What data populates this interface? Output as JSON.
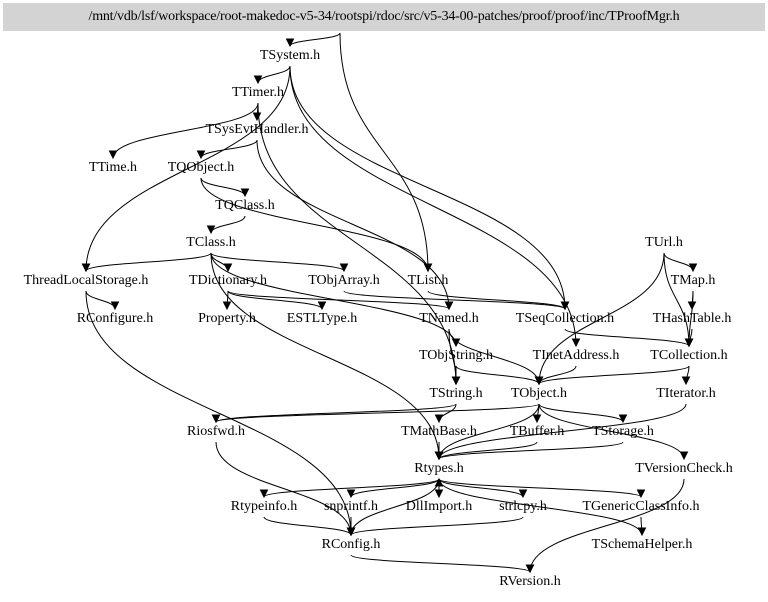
{
  "root": {
    "label": "/mnt/vdb/lsf/workspace/root-makedoc-v5-34/rootspi/rdoc/src/v5-34-00-patches/proof/proof/inc/TProofMgr.h"
  },
  "nodes": [
    {
      "id": "TSystem",
      "label": "TSystem.h"
    },
    {
      "id": "TTimer",
      "label": "TTimer.h"
    },
    {
      "id": "TSysEvtHandler",
      "label": "TSysEvtHandler.h"
    },
    {
      "id": "TTime",
      "label": "TTime.h"
    },
    {
      "id": "TQObject",
      "label": "TQObject.h"
    },
    {
      "id": "TQClass",
      "label": "TQClass.h"
    },
    {
      "id": "TClass",
      "label": "TClass.h"
    },
    {
      "id": "ThreadLocalStorage",
      "label": "ThreadLocalStorage.h"
    },
    {
      "id": "TDictionary",
      "label": "TDictionary.h"
    },
    {
      "id": "TObjArray",
      "label": "TObjArray.h"
    },
    {
      "id": "TList",
      "label": "TList.h"
    },
    {
      "id": "TUrl",
      "label": "TUrl.h"
    },
    {
      "id": "TMap",
      "label": "TMap.h"
    },
    {
      "id": "RConfigure",
      "label": "RConfigure.h"
    },
    {
      "id": "Property",
      "label": "Property.h"
    },
    {
      "id": "ESTLType",
      "label": "ESTLType.h"
    },
    {
      "id": "TNamed",
      "label": "TNamed.h"
    },
    {
      "id": "TSeqCollection",
      "label": "TSeqCollection.h"
    },
    {
      "id": "THashTable",
      "label": "THashTable.h"
    },
    {
      "id": "TObjString",
      "label": "TObjString.h"
    },
    {
      "id": "TInetAddress",
      "label": "TInetAddress.h"
    },
    {
      "id": "TCollection",
      "label": "TCollection.h"
    },
    {
      "id": "TString",
      "label": "TString.h"
    },
    {
      "id": "TObject",
      "label": "TObject.h"
    },
    {
      "id": "TIterator",
      "label": "TIterator.h"
    },
    {
      "id": "Riosfwd",
      "label": "Riosfwd.h"
    },
    {
      "id": "TMathBase",
      "label": "TMathBase.h"
    },
    {
      "id": "TBuffer",
      "label": "TBuffer.h"
    },
    {
      "id": "TStorage",
      "label": "TStorage.h"
    },
    {
      "id": "Rtypes",
      "label": "Rtypes.h"
    },
    {
      "id": "TVersionCheck",
      "label": "TVersionCheck.h"
    },
    {
      "id": "Rtypeinfo",
      "label": "Rtypeinfo.h"
    },
    {
      "id": "snprintf",
      "label": "snprintf.h"
    },
    {
      "id": "DllImport",
      "label": "DllImport.h"
    },
    {
      "id": "strlcpy",
      "label": "strlcpy.h"
    },
    {
      "id": "TGenericClassInfo",
      "label": "TGenericClassInfo.h"
    },
    {
      "id": "RConfig",
      "label": "RConfig.h"
    },
    {
      "id": "TSchemaHelper",
      "label": "TSchemaHelper.h"
    },
    {
      "id": "RVersion",
      "label": "RVersion.h"
    }
  ],
  "edges": [
    [
      "root",
      "TSystem"
    ],
    [
      "root",
      "TList"
    ],
    [
      "TSystem",
      "TTimer"
    ],
    [
      "TSystem",
      "ThreadLocalStorage"
    ],
    [
      "TSystem",
      "TInetAddress"
    ],
    [
      "TSystem",
      "TSeqCollection"
    ],
    [
      "TTimer",
      "TSysEvtHandler"
    ],
    [
      "TTimer",
      "TTime"
    ],
    [
      "TTimer",
      "TString"
    ],
    [
      "TSysEvtHandler",
      "TQObject"
    ],
    [
      "TSysEvtHandler",
      "TNamed"
    ],
    [
      "TQObject",
      "TQClass"
    ],
    [
      "TQObject",
      "TList"
    ],
    [
      "TQClass",
      "TClass"
    ],
    [
      "TClass",
      "ThreadLocalStorage"
    ],
    [
      "TClass",
      "TDictionary"
    ],
    [
      "TClass",
      "TObjArray"
    ],
    [
      "TClass",
      "TObjString"
    ],
    [
      "TClass",
      "Rtypes"
    ],
    [
      "TDictionary",
      "Property"
    ],
    [
      "TDictionary",
      "ESTLType"
    ],
    [
      "TDictionary",
      "TNamed"
    ],
    [
      "TObjArray",
      "TSeqCollection"
    ],
    [
      "TList",
      "TSeqCollection"
    ],
    [
      "TUrl",
      "TMap"
    ],
    [
      "TUrl",
      "TObject"
    ],
    [
      "TUrl",
      "TCollection"
    ],
    [
      "TMap",
      "THashTable"
    ],
    [
      "TMap",
      "TCollection"
    ],
    [
      "THashTable",
      "TCollection"
    ],
    [
      "ThreadLocalStorage",
      "RConfigure"
    ],
    [
      "ThreadLocalStorage",
      "RConfig"
    ],
    [
      "TNamed",
      "TString"
    ],
    [
      "TNamed",
      "TObject"
    ],
    [
      "TSeqCollection",
      "TCollection"
    ],
    [
      "TObjString",
      "TString"
    ],
    [
      "TObjString",
      "TObject"
    ],
    [
      "TInetAddress",
      "TObject"
    ],
    [
      "TCollection",
      "TObject"
    ],
    [
      "TCollection",
      "TIterator"
    ],
    [
      "TString",
      "Riosfwd"
    ],
    [
      "TString",
      "TMathBase"
    ],
    [
      "TObject",
      "Riosfwd"
    ],
    [
      "TObject",
      "TBuffer"
    ],
    [
      "TObject",
      "TStorage"
    ],
    [
      "TObject",
      "Rtypes"
    ],
    [
      "TObject",
      "TVersionCheck"
    ],
    [
      "TIterator",
      "Rtypes"
    ],
    [
      "TMathBase",
      "Rtypes"
    ],
    [
      "TBuffer",
      "Rtypes"
    ],
    [
      "TStorage",
      "Rtypes"
    ],
    [
      "Riosfwd",
      "RConfig"
    ],
    [
      "Rtypes",
      "Rtypeinfo"
    ],
    [
      "Rtypes",
      "snprintf"
    ],
    [
      "Rtypes",
      "DllImport"
    ],
    [
      "Rtypes",
      "strlcpy"
    ],
    [
      "Rtypes",
      "TGenericClassInfo"
    ],
    [
      "Rtypes",
      "RConfig"
    ],
    [
      "TVersionCheck",
      "RVersion"
    ],
    [
      "Rtypeinfo",
      "RConfig"
    ],
    [
      "snprintf",
      "RConfig"
    ],
    [
      "strlcpy",
      "RConfig"
    ],
    [
      "TGenericClassInfo",
      "TSchemaHelper"
    ],
    [
      "TSchemaHelper",
      "Rtypes"
    ],
    [
      "RConfig",
      "RVersion"
    ]
  ]
}
